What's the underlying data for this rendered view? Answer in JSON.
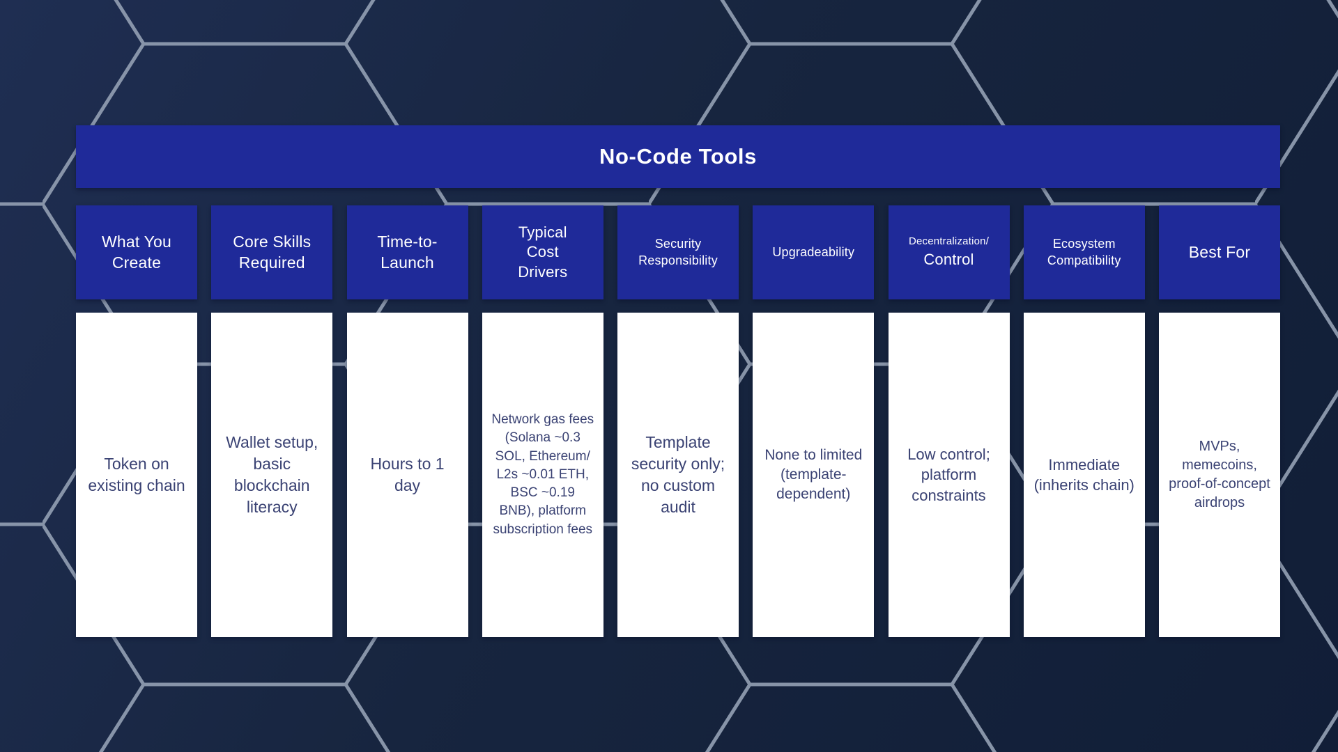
{
  "title": "No-Code Tools",
  "columns": [
    {
      "header": "What You Create",
      "value": "Token on existing chain"
    },
    {
      "header": "Core Skills Required",
      "value": "Wallet setup, basic blockchain literacy"
    },
    {
      "header": "Time-to-Launch",
      "value": "Hours to 1 day"
    },
    {
      "header": "Typical Cost Drivers",
      "value": "Network gas fees (Solana ~0.3 SOL, Ethereum/ L2s ~0.01 ETH, BSC ~0.19 BNB), platform subscription fees"
    },
    {
      "header": "Security Responsibility",
      "value": "Template security only; no custom audit"
    },
    {
      "header": "Upgradeability",
      "value": "None to limited (template-dependent)"
    },
    {
      "header_line1": "Decentralization/",
      "header_line2": "Control",
      "value": "Low control; platform constraints"
    },
    {
      "header": "Ecosystem Compatibility",
      "value": "Immediate (inherits chain)"
    },
    {
      "header": "Best For",
      "value": "MVPs, memecoins, proof-of-concept airdrops"
    }
  ],
  "chart_data": {
    "type": "table",
    "title": "No-Code Tools",
    "columns": [
      "What You Create",
      "Core Skills Required",
      "Time-to-Launch",
      "Typical Cost Drivers",
      "Security Responsibility",
      "Upgradeability",
      "Decentralization/ Control",
      "Ecosystem Compatibility",
      "Best For"
    ],
    "rows": [
      [
        "Token on existing chain",
        "Wallet setup, basic blockchain literacy",
        "Hours to 1 day",
        "Network gas fees (Solana ~0.3 SOL, Ethereum/ L2s ~0.01 ETH, BSC ~0.19 BNB), platform subscription fees",
        "Template security only; no custom audit",
        "None to limited (template-dependent)",
        "Low control; platform constraints",
        "Immediate (inherits chain)",
        "MVPs, memecoins, proof-of-concept airdrops"
      ]
    ],
    "legend_position": "none",
    "grid": false
  },
  "colors": {
    "header_blue": "#1f2a99",
    "background_navy": "#17253f",
    "cell_white": "#ffffff",
    "body_text": "#3a4273",
    "hexagon_line": "#8d9aae",
    "title_text": "#ffffff"
  }
}
